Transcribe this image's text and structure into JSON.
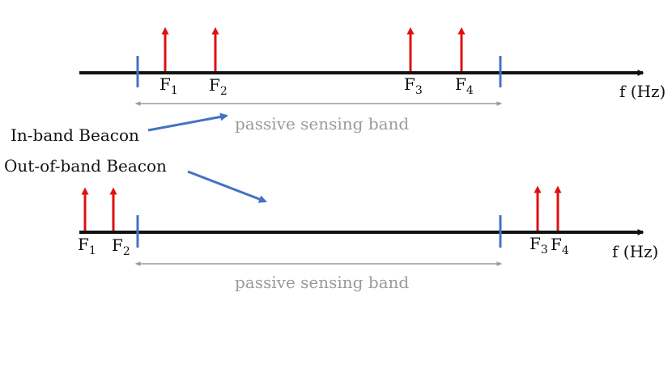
{
  "colors": {
    "axis": "#111111",
    "tone": "#e01010",
    "band_edge": "#4472c4",
    "band_span": "#9a9a9a",
    "pointer": "#4472c4",
    "band_text": "#9a9a9a"
  },
  "axis_label": "f (Hz)",
  "band_label": "passive sensing band",
  "in_band": {
    "caption": "In-band Beacon",
    "tones": [
      {
        "base": "F",
        "sub": "1"
      },
      {
        "base": "F",
        "sub": "2"
      },
      {
        "base": "F",
        "sub": "3"
      },
      {
        "base": "F",
        "sub": "4"
      }
    ]
  },
  "out_of_band": {
    "caption": "Out-of-band Beacon",
    "tones": [
      {
        "base": "F",
        "sub": "1"
      },
      {
        "base": "F",
        "sub": "2"
      },
      {
        "base": "F",
        "sub": "3"
      },
      {
        "base": "F",
        "sub": "4"
      }
    ]
  }
}
